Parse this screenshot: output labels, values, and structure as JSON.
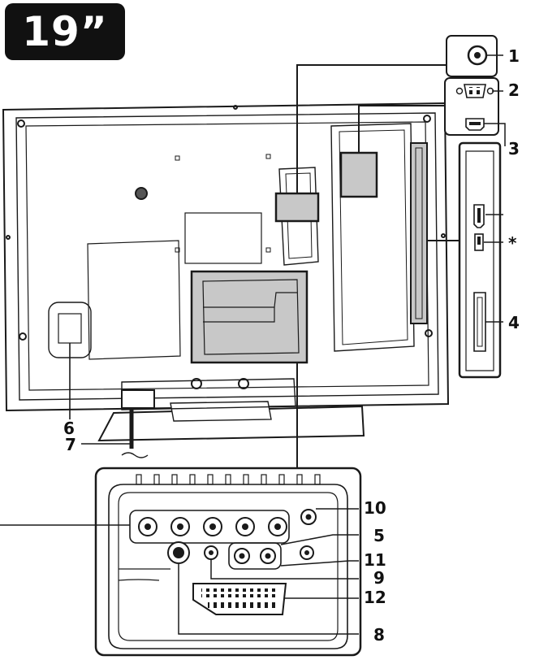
{
  "size_badge": "19”",
  "callouts": {
    "c1": "1",
    "c2": "2",
    "c3": "3",
    "c_star": "*",
    "c4": "4",
    "c5": "5",
    "c6": "6",
    "c7": "7",
    "c8": "8",
    "c9": "9",
    "c10": "10",
    "c11": "11",
    "c12": "12"
  },
  "colors": {
    "outline": "#1a1a1a",
    "highlight_fill": "#c8c8c8",
    "badge_bg": "#111111",
    "badge_text": "#ffffff"
  }
}
